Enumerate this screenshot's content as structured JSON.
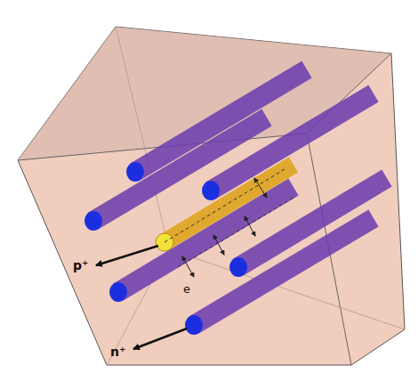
{
  "diagram": {
    "labels": [
      "p⁺",
      "n⁺",
      "e"
    ]
  }
}
